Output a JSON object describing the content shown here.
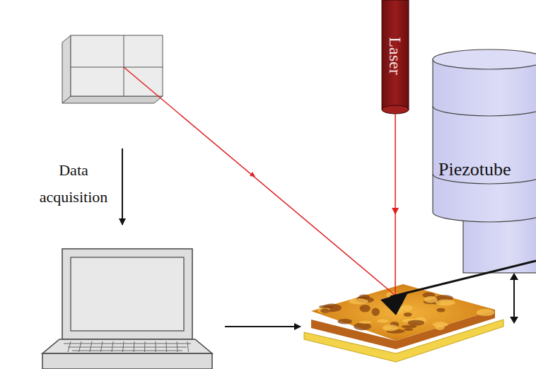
{
  "diagram": {
    "nodes": [
      {
        "text": [
          "Laser"
        ]
      },
      {
        "text": [
          "Piezotube"
        ]
      }
    ],
    "labels": [
      "Data acquisition"
    ]
  }
}
